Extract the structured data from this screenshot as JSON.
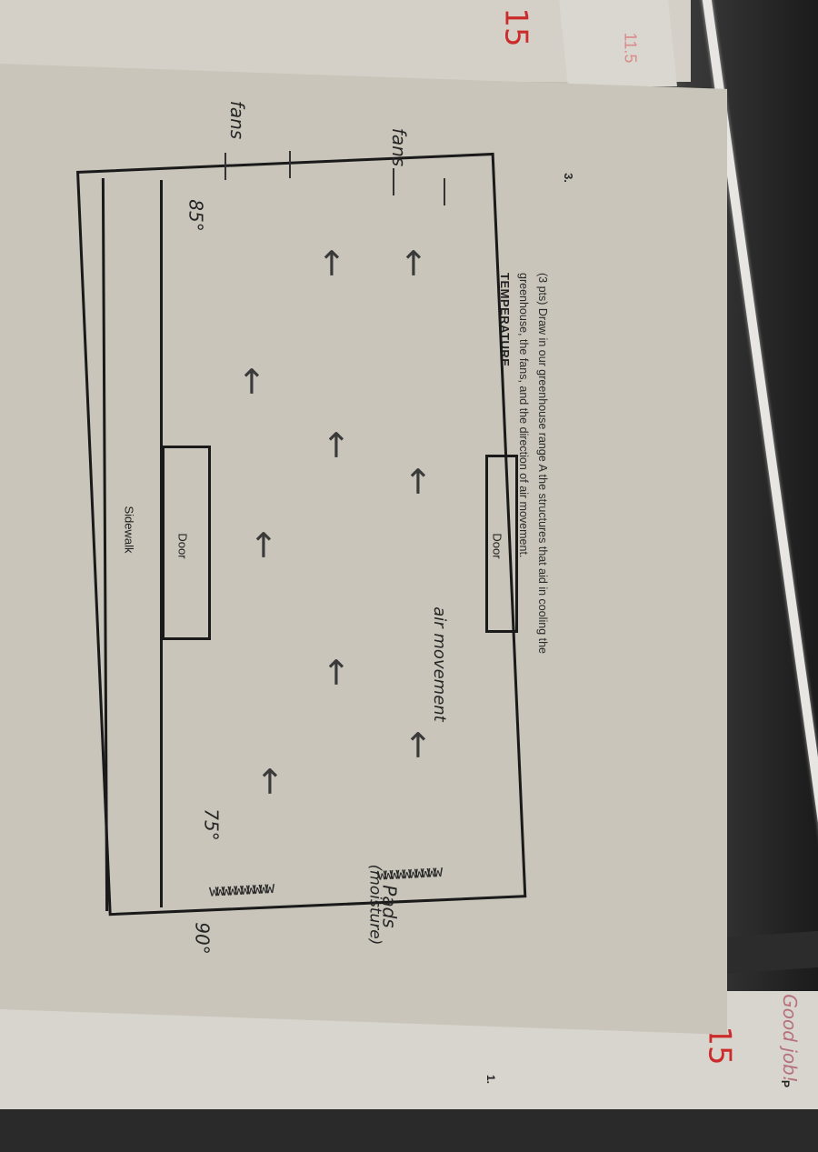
{
  "question": {
    "number": "3.",
    "title": "TEMPERATURE",
    "prompt_line1": "(3 pts) Draw in our greenhouse range A the structures that aid in cooling the",
    "prompt_line2": "greenhouse, the fans, and the direction of air movement."
  },
  "diagram": {
    "door_top_label": "Door",
    "door_bottom_label": "Door",
    "sidewalk_label": "Sidewalk",
    "handwritten": {
      "fans_left": "fans",
      "fans_right": "fans",
      "temp_fan_side": "85°",
      "temp_pad_side": "75°",
      "temp_outside": "90°",
      "air_movement": "air movement",
      "pads": "Pads",
      "pads_note": "(moisture)"
    },
    "arrow_glyph": "←",
    "pad_glyph": "wwwwwwwwww"
  },
  "grading": {
    "score_top": "15",
    "score_bottom": "15",
    "comment": "Good job!",
    "faint_mark": "11.5",
    "page_marker": "1.",
    "page_marker_right": "P"
  },
  "colors": {
    "paper": "#c9c5ba",
    "ink": "#1a1a1a",
    "grading_red": "#cc2b2b"
  }
}
